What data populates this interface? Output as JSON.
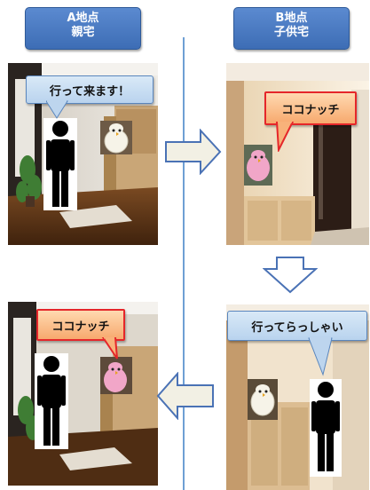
{
  "location_a": {
    "line1": "A地点",
    "line2": "親宅"
  },
  "location_b": {
    "line1": "B地点",
    "line2": "子供宅"
  },
  "speech": {
    "going_out": "行って来ます！",
    "arrived_b": "ココナッチ",
    "see_you": "行ってらっしゃい",
    "arrived_a": "ココナッチ"
  },
  "colors": {
    "header_blue": "#4a7cc4",
    "bubble_blue": "#c6dcf2",
    "bubble_orange": "#f8b27a",
    "bubble_red_border": "#e5262a",
    "arrow_fill": "#f2f0e4",
    "arrow_stroke": "#4a72b5",
    "divider": "#6e9fd4"
  }
}
